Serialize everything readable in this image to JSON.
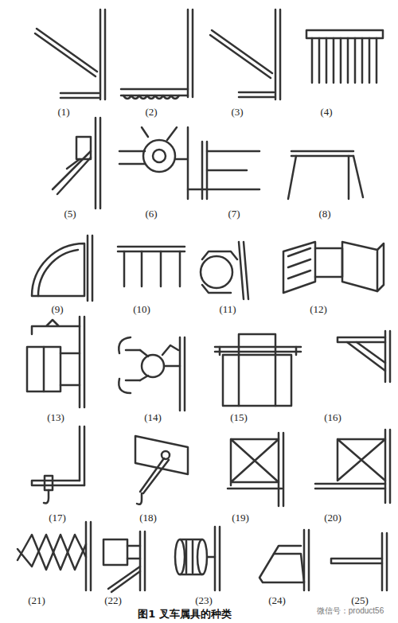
{
  "diagram": {
    "caption": "图1 叉车属具的种类",
    "labels": [
      "(1)",
      "(2)",
      "(3)",
      "(4)",
      "(5)",
      "(6)",
      "(7)",
      "(8)",
      "(9)",
      "(10)",
      "(11)",
      "(12)",
      "(13)",
      "(14)",
      "(15)",
      "(16)",
      "(17)",
      "(18)",
      "(19)",
      "(20)",
      "(21)",
      "(22)",
      "(23)",
      "(24)",
      "(25)",
      "微信号：product56"
    ]
  }
}
